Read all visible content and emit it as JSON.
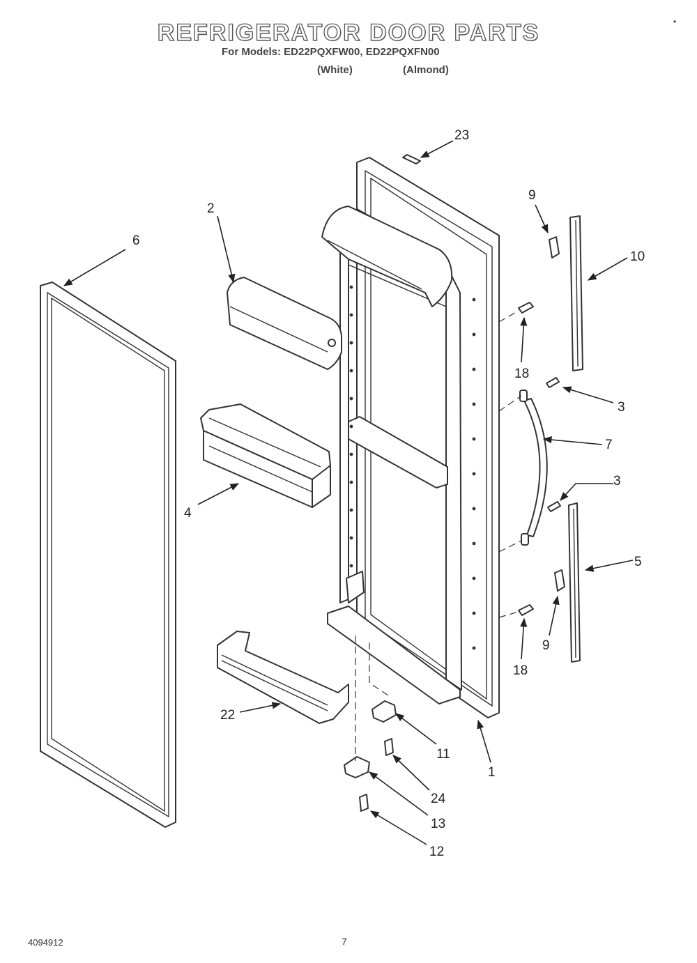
{
  "header": {
    "title": "REFRIGERATOR DOOR PARTS",
    "models_line": "For Models: ED22PQXFW00, ED22PQXFN00",
    "variant_white": "(White)",
    "variant_almond": "(Almond)"
  },
  "footer": {
    "figure_code": "4094912",
    "page_number": "7"
  },
  "corner_mark": "•",
  "callouts": {
    "c1": "1",
    "c2": "2",
    "c3a": "3",
    "c3b": "3",
    "c4": "4",
    "c5": "5",
    "c6": "6",
    "c7": "7",
    "c9a": "9",
    "c9b": "9",
    "c10": "10",
    "c11": "11",
    "c12": "12",
    "c13": "13",
    "c18a": "18",
    "c18b": "18",
    "c22": "22",
    "c23": "23",
    "c24": "24"
  }
}
